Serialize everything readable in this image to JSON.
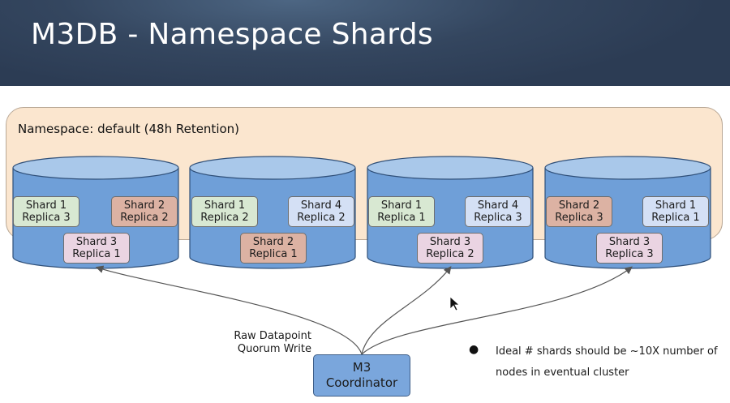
{
  "slide": {
    "title": "M3DB - Namespace Shards"
  },
  "namespace": {
    "label": "Namespace: default (48h Retention)"
  },
  "nodes": [
    {
      "shards": [
        {
          "line1": "Shard 1",
          "line2": "Replica 3"
        },
        {
          "line1": "Shard 2",
          "line2": "Replica 2"
        },
        {
          "line1": "Shard 3",
          "line2": "Replica 1"
        }
      ]
    },
    {
      "shards": [
        {
          "line1": "Shard 1",
          "line2": "Replica 2"
        },
        {
          "line1": "Shard 4",
          "line2": "Replica 2"
        },
        {
          "line1": "Shard 2",
          "line2": "Replica 1"
        }
      ]
    },
    {
      "shards": [
        {
          "line1": "Shard 1",
          "line2": "Replica 1"
        },
        {
          "line1": "Shard 4",
          "line2": "Replica 3"
        },
        {
          "line1": "Shard 3",
          "line2": "Replica 2"
        }
      ]
    },
    {
      "shards": [
        {
          "line1": "Shard 2",
          "line2": "Replica 3"
        },
        {
          "line1": "Shard 1",
          "line2": "Replica 1"
        },
        {
          "line1": "Shard 3",
          "line2": "Replica 3"
        }
      ]
    }
  ],
  "write_label": {
    "line1": "Raw Datapoint",
    "line2": "Quorum Write"
  },
  "coordinator": {
    "line1": "M3",
    "line2": "Coordinator"
  },
  "note": {
    "bullet": "●",
    "text": "Ideal # shards should be ~10X number of nodes in eventual cluster"
  },
  "colors": {
    "header": "#34465f",
    "namespace_fill": "#fbe6cf",
    "cylinder_fill": "#6f9fd8",
    "cylinder_top": "#a9c8ea",
    "coordinator_fill": "#7aa6dc"
  }
}
